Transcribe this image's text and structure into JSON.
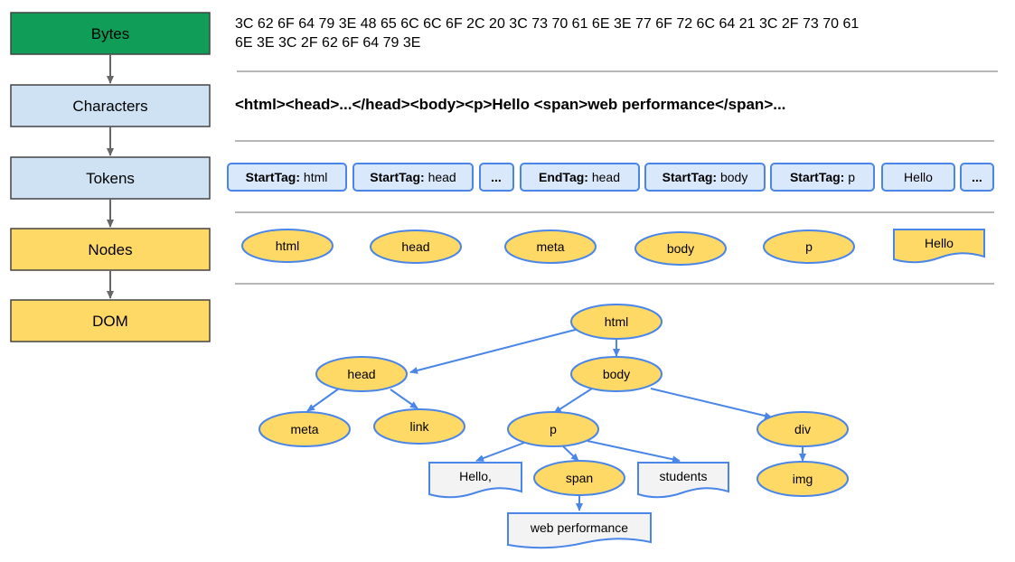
{
  "stages": [
    "Bytes",
    "Characters",
    "Tokens",
    "Nodes",
    "DOM"
  ],
  "bytes_line1": "3C 62 6F 64 79 3E 48 65 6C 6C 6F 2C 20 3C 73 70 61 6E 3E 77 6F 72 6C 64 21 3C 2F 73 70 61",
  "bytes_line2": "6E 3E 3C 2F 62 6F 64 79 3E",
  "characters": "<html><head>...</head><body><p>Hello <span>web performance</span>...",
  "tokens": [
    {
      "kind": "StartTag:",
      "name": "html"
    },
    {
      "kind": "StartTag:",
      "name": "head"
    },
    {
      "kind": "",
      "name": "..."
    },
    {
      "kind": "EndTag:",
      "name": "head"
    },
    {
      "kind": "StartTag:",
      "name": "body"
    },
    {
      "kind": "StartTag:",
      "name": "p"
    },
    {
      "kind": "",
      "name": "Hello"
    },
    {
      "kind": "",
      "name": "..."
    }
  ],
  "nodes": [
    "html",
    "head",
    "meta",
    "body",
    "p"
  ],
  "text_node": "Hello",
  "tree": {
    "html": "html",
    "head": "head",
    "body": "body",
    "meta": "meta",
    "link": "link",
    "p": "p",
    "div": "div",
    "img": "img",
    "span": "span",
    "hello": "Hello,",
    "students": "students",
    "web_performance": "web performance"
  },
  "colors": {
    "bytes_fill": "#0f9d58",
    "stage_blue": "#cfe2f3",
    "stage_yellow": "#ffd966",
    "node_yellow": "#ffd966",
    "token_fill": "#dae8fc",
    "token_border": "#4a86e8",
    "text_node_fill": "#f3f3f3",
    "arrow_gray": "#666666",
    "arrow_blue": "#4a86e8"
  }
}
